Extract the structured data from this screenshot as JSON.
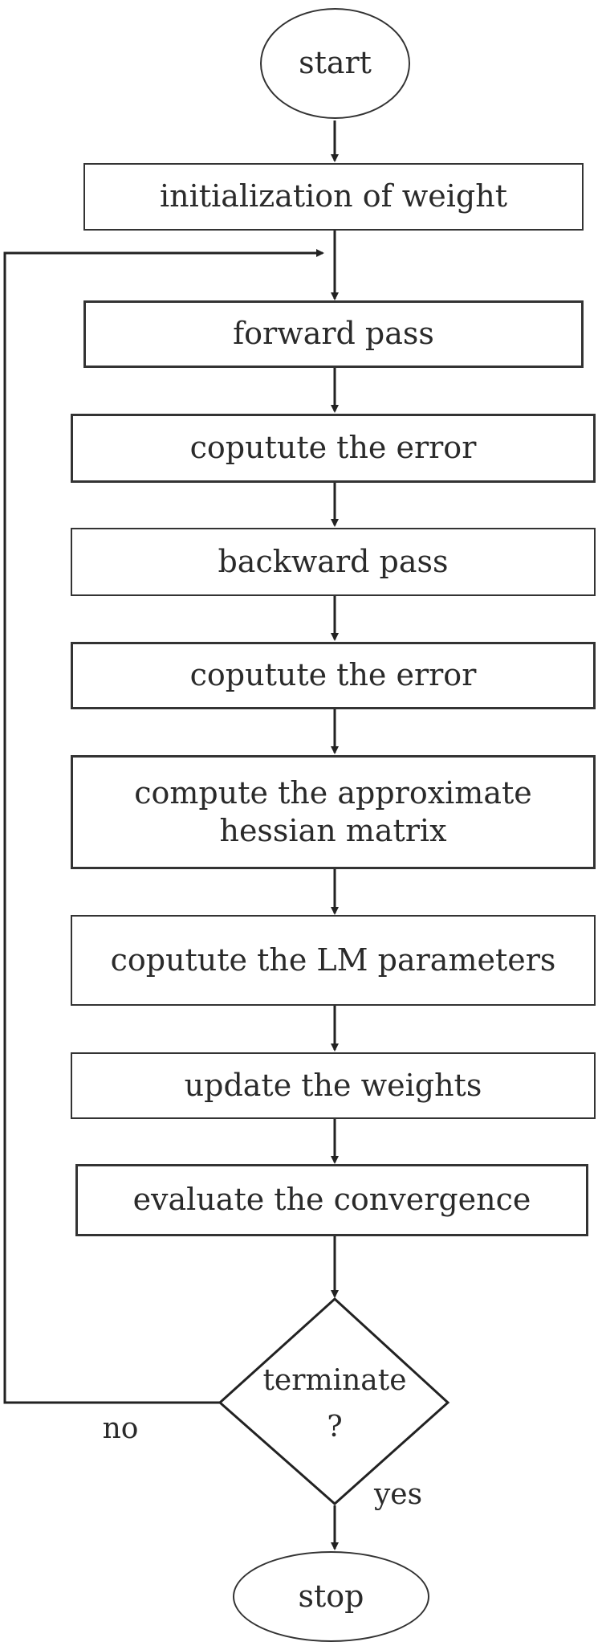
{
  "diagram": {
    "start": "start",
    "steps": [
      "initialization of weight",
      "forward pass",
      "coputute the error",
      "backward pass",
      "coputute the error",
      "compute the approximate\nhessian matrix",
      "coputute the LM parameters",
      "update the weights",
      "evaluate the convergence"
    ],
    "decision": {
      "line1": "terminate",
      "line2": "?"
    },
    "no_label": "no",
    "yes_label": "yes",
    "stop": "stop"
  }
}
